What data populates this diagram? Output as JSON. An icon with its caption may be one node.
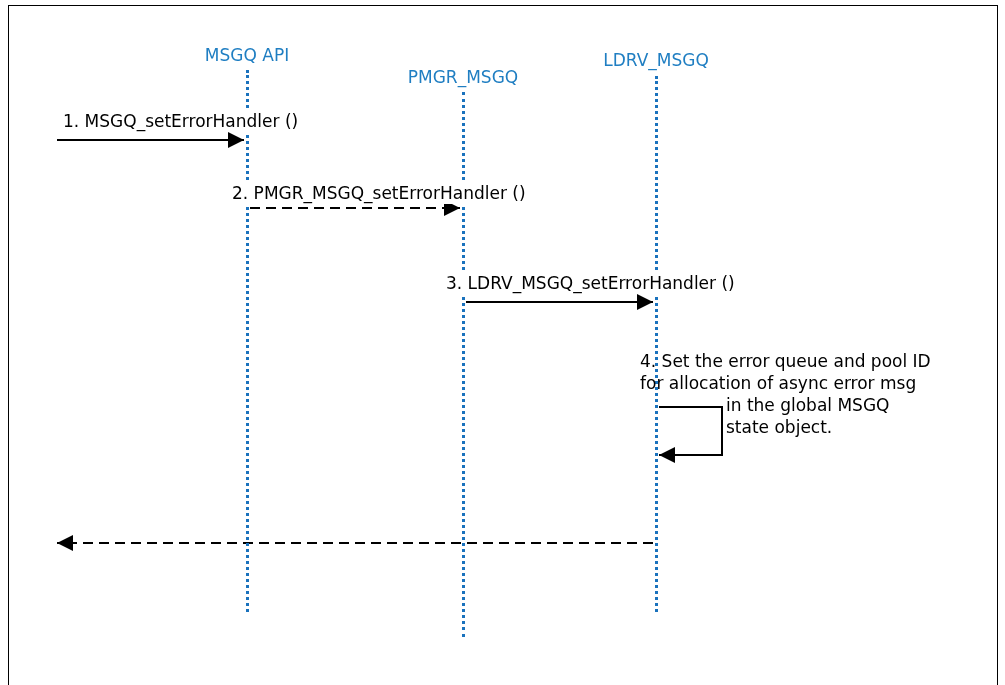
{
  "diagram": {
    "nodes": [
      {
        "text": [
          "MSGQ API"
        ]
      },
      {
        "text": [
          "PMGR_MSGQ"
        ]
      },
      {
        "text": [
          "LDRV_MSGQ"
        ]
      }
    ],
    "edges": [
      {
        "from": null,
        "to": 0,
        "arrow": "to",
        "label": "1. MSGQ_setErrorHandler ()"
      },
      {
        "from": 0,
        "to": 1,
        "arrow": "to",
        "style": "dashed",
        "label": "2. PMGR_MSGQ_setErrorHandler ()"
      },
      {
        "from": 1,
        "to": 2,
        "arrow": "to",
        "label": "3. LDRV_MSGQ_setErrorHandler ()"
      },
      {
        "from": 2,
        "to": 2,
        "arrow": "to",
        "label": "4. Set the error queue and pool ID for allocation of async error msg in the global MSGQ state object."
      },
      {
        "from": 2,
        "to": null,
        "arrow": "to",
        "style": "dashed"
      }
    ]
  }
}
